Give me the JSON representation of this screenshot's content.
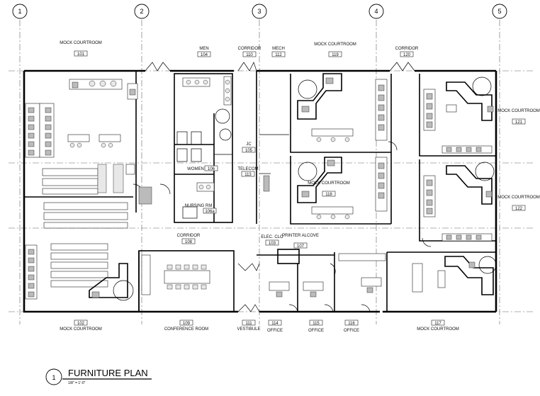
{
  "grid_bubbles": [
    "1",
    "2",
    "3",
    "4",
    "5"
  ],
  "title": {
    "number": "1",
    "text": "FURNITURE PLAN",
    "scale": "1/8\" = 1'-0\""
  },
  "rooms": [
    {
      "name": "MOCK COURTROOM",
      "number": "101"
    },
    {
      "name": "MEN",
      "number": "104"
    },
    {
      "name": "CORRIDOR",
      "number": "110"
    },
    {
      "name": "MECH",
      "number": "112"
    },
    {
      "name": "MOCK COURTROOM",
      "number": "119"
    },
    {
      "name": "CORRIDOR",
      "number": "120"
    },
    {
      "name": "MOCK COURTROOM",
      "number": "121"
    },
    {
      "name": "JC",
      "number": "105"
    },
    {
      "name": "WOMEN",
      "number": "106"
    },
    {
      "name": "TELECOM",
      "number": "113"
    },
    {
      "name": "MOCK COURTROOM",
      "number": "118"
    },
    {
      "name": "NURSING RM",
      "number": "106a"
    },
    {
      "name": "MOCK COURTROOM",
      "number": "122"
    },
    {
      "name": "CORRIDOR",
      "number": "108"
    },
    {
      "name": "ELEC. CLO",
      "number": "103"
    },
    {
      "name": "PRINTER ALCOVE",
      "number": "107"
    },
    {
      "name": "MOCK COURTROOM",
      "number": "102"
    },
    {
      "name": "CONFERENCE ROOM",
      "number": "109"
    },
    {
      "name": "VESTIBULE",
      "number": "111"
    },
    {
      "name": "OFFICE",
      "number": "114"
    },
    {
      "name": "OFFICE",
      "number": "115"
    },
    {
      "name": "OFFICE",
      "number": "116"
    },
    {
      "name": "MOCK COURTROOM",
      "number": "117"
    }
  ]
}
